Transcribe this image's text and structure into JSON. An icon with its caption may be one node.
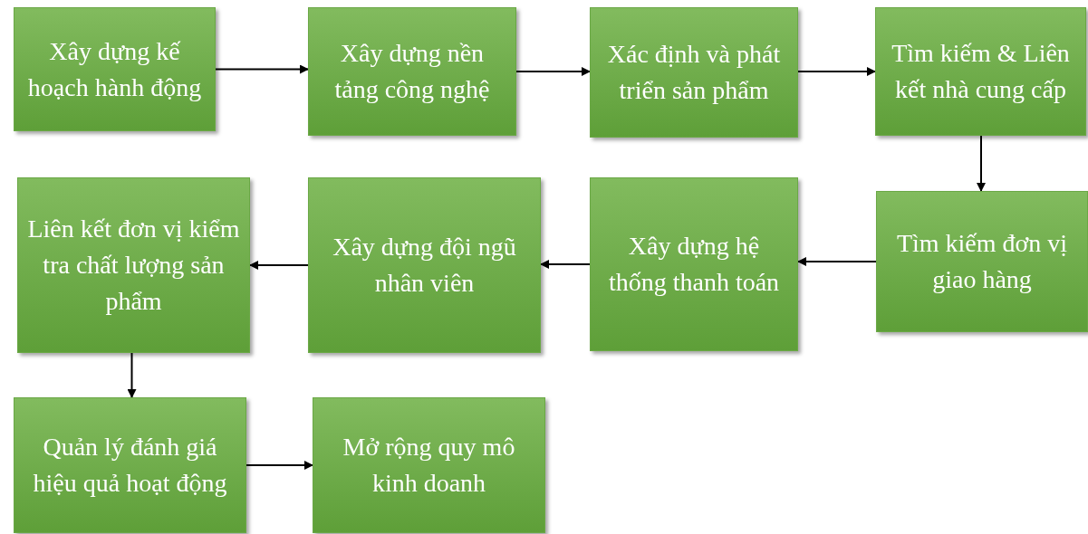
{
  "diagram": {
    "nodes": [
      {
        "text": [
          "Xây dựng kế hoạch hành động"
        ]
      },
      {
        "text": [
          "Xây dựng nền tảng công nghệ"
        ]
      },
      {
        "text": [
          "Xác định và phát triển sản phẩm"
        ]
      },
      {
        "text": [
          "Tìm kiếm & Liên kết nhà cung cấp"
        ]
      },
      {
        "text": [
          "Tìm kiếm đơn vị giao hàng"
        ]
      },
      {
        "text": [
          "Xây dựng hệ thống thanh toán"
        ]
      },
      {
        "text": [
          "Xây dựng đội ngũ nhân viên"
        ]
      },
      {
        "text": [
          "Liên kết đơn vị kiểm tra chất lượng sản phẩm"
        ]
      },
      {
        "text": [
          "Quản lý đánh giá hiệu quả hoạt động"
        ]
      },
      {
        "text": [
          "Mở rộng quy mô kinh doanh"
        ]
      }
    ],
    "edges": [
      {
        "from": 0,
        "to": 1,
        "arrow": "to"
      },
      {
        "from": 1,
        "to": 2,
        "arrow": "to"
      },
      {
        "from": 2,
        "to": 3,
        "arrow": "to"
      },
      {
        "from": 3,
        "to": 4,
        "arrow": "to"
      },
      {
        "from": 4,
        "to": 5,
        "arrow": "to"
      },
      {
        "from": 5,
        "to": 6,
        "arrow": "to"
      },
      {
        "from": 6,
        "to": 7,
        "arrow": "to"
      },
      {
        "from": 7,
        "to": 8,
        "arrow": "to"
      },
      {
        "from": 8,
        "to": 9,
        "arrow": "to"
      }
    ]
  }
}
